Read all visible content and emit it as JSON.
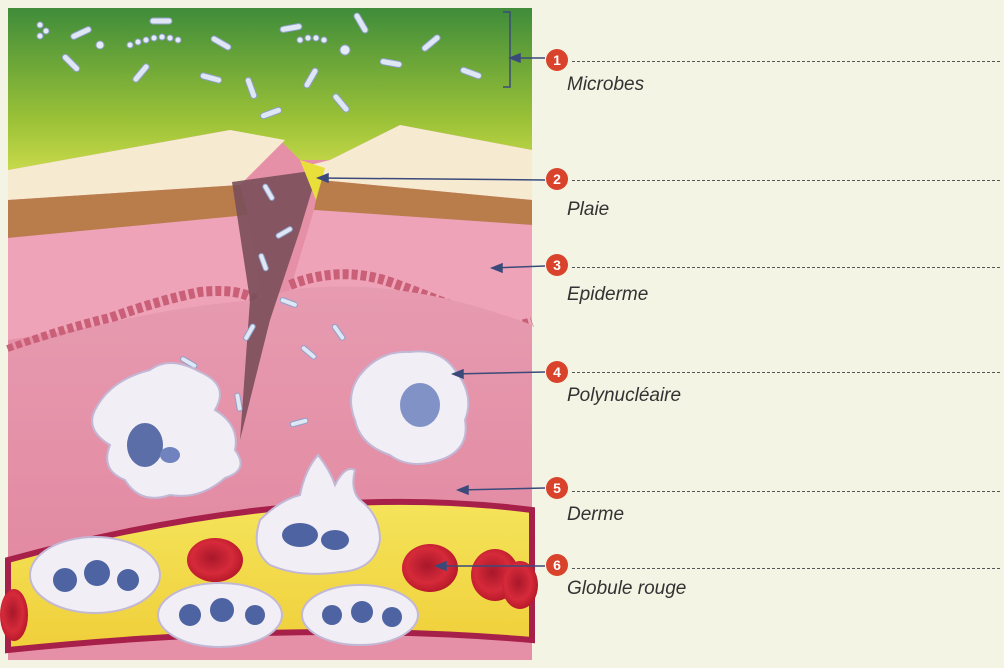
{
  "labels": [
    {
      "number": "1",
      "text": "Microbes"
    },
    {
      "number": "2",
      "text": "Plaie"
    },
    {
      "number": "3",
      "text": "Epiderme"
    },
    {
      "number": "4",
      "text": "Polynucléaire"
    },
    {
      "number": "5",
      "text": "Derme"
    },
    {
      "number": "6",
      "text": "Globule rouge"
    }
  ],
  "colors": {
    "accent": "#d9432b",
    "arrow": "#3b4a7a",
    "background": "#f3f4e4"
  }
}
